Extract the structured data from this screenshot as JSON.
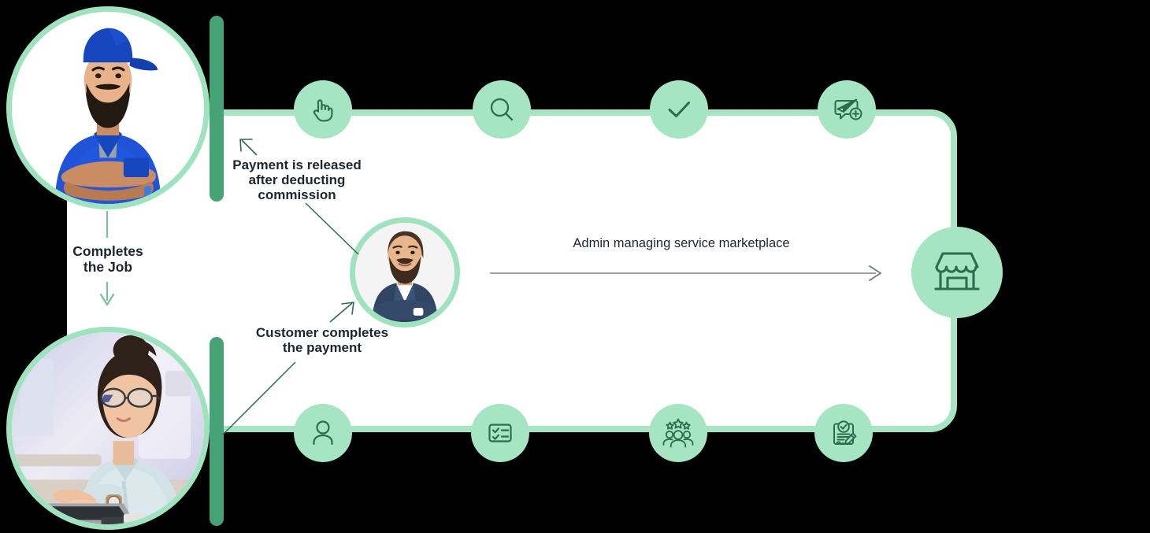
{
  "diagram": {
    "title": "Service marketplace payment flow",
    "background_color": "#000000",
    "path_color": "#A5E5C2",
    "bar_color": "#45A375",
    "icon_stroke_color": "#2E6B4F",
    "bubble_fill": "#A5E5C2",
    "text_color": "#1d2630"
  },
  "labels": {
    "completes_job": "Completes\nthe Job",
    "payment_released": "Payment is released\nafter deducting\ncommission",
    "customer_payment": "Customer completes\nthe payment",
    "admin_managing": "Admin managing service marketplace"
  },
  "photos": [
    {
      "id": "worker",
      "alt": "Service professional in blue work uniform and cap with arms crossed",
      "ring_color": "#9FE3BE"
    },
    {
      "id": "customer",
      "alt": "Woman with glasses typing on a laptop at a desk",
      "ring_color": "#9FE3BE"
    },
    {
      "id": "admin",
      "alt": "Admin in navy blazer with beard and arms crossed",
      "ring_color": "#9FE3BE"
    }
  ],
  "top_icons": [
    {
      "id": "click-hand",
      "name": "hand-pointer-icon",
      "label": "Click / select service"
    },
    {
      "id": "search",
      "name": "search-icon",
      "label": "Search for service"
    },
    {
      "id": "check",
      "name": "check-icon",
      "label": "Job approved"
    },
    {
      "id": "send-offer",
      "name": "send-message-icon",
      "label": "Send offer"
    }
  ],
  "bottom_icons": [
    {
      "id": "user",
      "name": "user-icon",
      "label": "Customer profile"
    },
    {
      "id": "checklist",
      "name": "checklist-icon",
      "label": "Service checklist"
    },
    {
      "id": "team-rate",
      "name": "team-rating-icon",
      "label": "Rated providers"
    },
    {
      "id": "contract",
      "name": "signed-document-icon",
      "label": "Signed agreement"
    }
  ],
  "marketplace_icon": {
    "name": "storefront-icon",
    "label": "Service marketplace"
  },
  "connectors": [
    {
      "id": "worker-down",
      "from": "worker-photo",
      "to": "completes-job-label",
      "style": "line"
    },
    {
      "id": "completes-job-down",
      "from": "completes-job-label",
      "to": "customer-photo",
      "style": "arrow-down"
    },
    {
      "id": "payment-to-bar",
      "from": "payment-released-label",
      "to": "top-bar",
      "style": "arrow-up-left"
    },
    {
      "id": "admin-to-payment",
      "from": "admin-photo",
      "to": "payment-released-label",
      "style": "line"
    },
    {
      "id": "customer-to-admin",
      "from": "customer-payment-label",
      "to": "admin-photo",
      "style": "arrow-up-right"
    },
    {
      "id": "bar-to-customer",
      "from": "bottom-bar",
      "to": "customer-payment-label",
      "style": "line"
    },
    {
      "id": "admin-to-market",
      "from": "admin-area",
      "to": "marketplace-icon",
      "style": "arrow-right"
    }
  ]
}
